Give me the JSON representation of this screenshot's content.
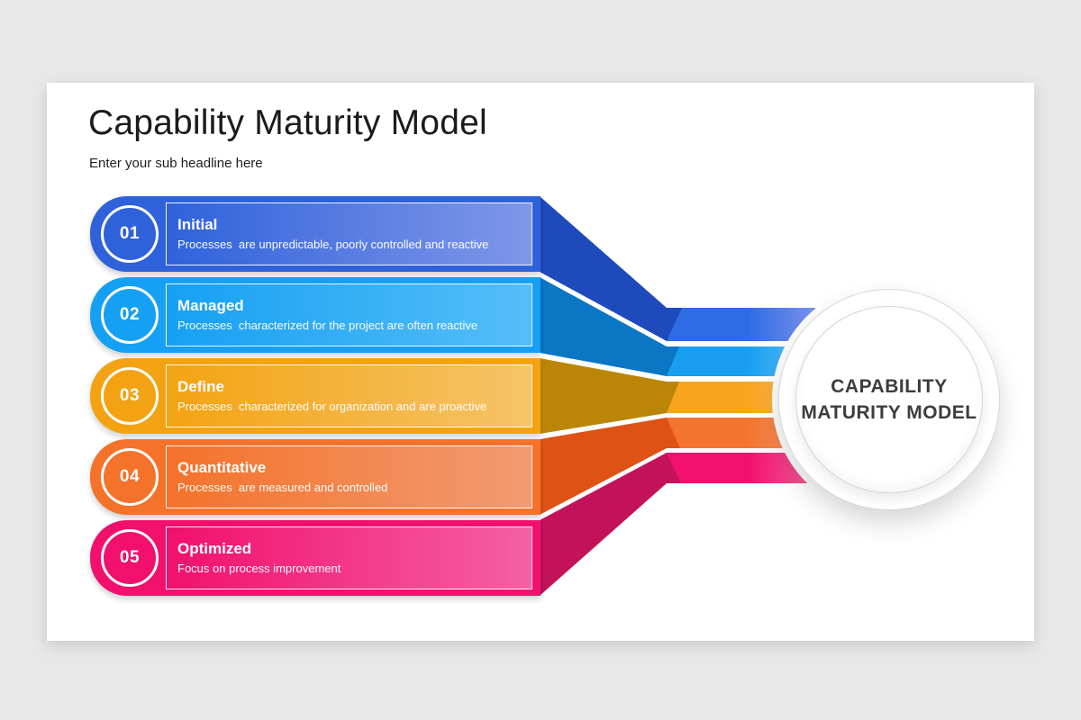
{
  "canvas": {
    "background": "#e8e8e9",
    "card_background": "#ffffff"
  },
  "header": {
    "title": "Capability Maturity Model",
    "subtitle": "Enter your sub headline here"
  },
  "center_circle": {
    "label_line1": "CAPABILITY",
    "label_line2": "MATURITY MODEL",
    "text_color": "#3d3d3d"
  },
  "levels": [
    {
      "number": "01",
      "title": "Initial",
      "description": "Processes  are unpredictable, poorly controlled and reactive",
      "base": "#2f62da",
      "light": "#8097e8",
      "funnel": "#1f4abc",
      "ribbon": "#2e6ce5",
      "ribbon_light": "#7b92ec"
    },
    {
      "number": "02",
      "title": "Managed",
      "description": "Processes  characterized for the project are often reactive",
      "base": "#16a0f3",
      "light": "#55bef8",
      "funnel": "#0b76c4",
      "ribbon": "#189ff2",
      "ribbon_light": "#66c2f8"
    },
    {
      "number": "03",
      "title": "Define",
      "description": "Processes  characterized for organization and are proactive",
      "base": "#f3a312",
      "light": "#f5c468",
      "funnel": "#bb8608",
      "ribbon": "#f9a41f",
      "ribbon_light": "#fac46a"
    },
    {
      "number": "04",
      "title": "Quantitative",
      "description": "Processes  are measured and controlled",
      "base": "#f4722a",
      "light": "#f19b72",
      "funnel": "#de5315",
      "ribbon": "#f4742f",
      "ribbon_light": "#f89d70"
    },
    {
      "number": "05",
      "title": "Optimized",
      "description": "Focus on process improvement",
      "base": "#f1106c",
      "light": "#f560a5",
      "funnel": "#c2125a",
      "ribbon": "#f2106e",
      "ribbon_light": "#f55f9d"
    }
  ]
}
